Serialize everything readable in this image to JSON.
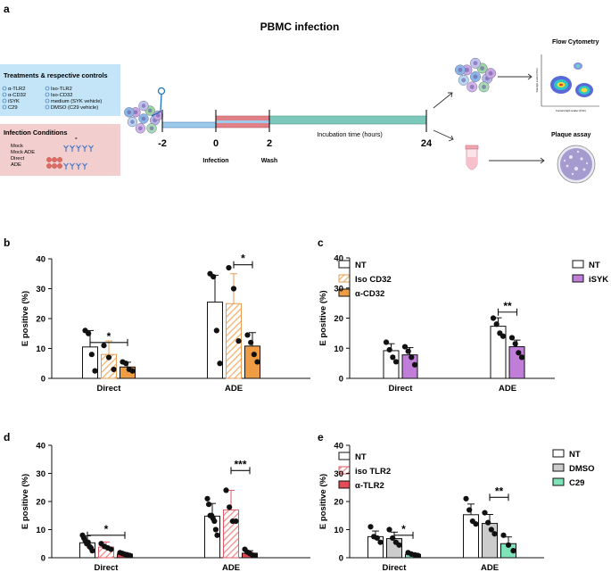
{
  "panel_a": {
    "label": "a",
    "title": "PBMC infection",
    "treatments": {
      "title": "Treatments & respective controls",
      "left": [
        "α-TLR2",
        "α-CD32",
        "iSYK",
        "C29"
      ],
      "right": [
        "Iso-TLR2",
        "Iso-CD32",
        "medium (SYK vehicle)",
        "DMSO (C29 vehicle)"
      ]
    },
    "conditions": {
      "title": "Infection Conditions",
      "items": [
        "Mock",
        "Mock ADE",
        "Direct",
        "ADE"
      ],
      "dash": "-"
    },
    "timeline": {
      "ticks": [
        "-2",
        "0",
        "2",
        "24"
      ],
      "infection_label": "Infection",
      "wash_label": "Wash",
      "incubation_label": "Incubation time (hours)"
    },
    "outputs": {
      "flow": "Flow Cytometry",
      "plaque": "Plaque assay",
      "flow_ylabel": "Side light scatter (SSC)",
      "flow_xlabel": "Forward light scatter (FSC)"
    },
    "colors": {
      "treat_bg": "#c3e5f7",
      "cond_bg": "#f3cece",
      "blue_bar": "#9ccbec",
      "red_bar": "#e07f86",
      "teal_bar": "#7cc9bc",
      "dish": "#a59bcf"
    }
  },
  "chart_data": [
    {
      "id": "b",
      "label": "b",
      "type": "bar",
      "ylabel": "E positive (%)",
      "ylim": [
        0,
        40
      ],
      "yticks": [
        0,
        10,
        20,
        30,
        40
      ],
      "categories": [
        "Direct",
        "ADE"
      ],
      "series": [
        {
          "name": "NT",
          "style": "open",
          "color": "#ffffff",
          "values": [
            10.5,
            25.5
          ],
          "err": [
            5.5,
            9.0
          ],
          "points": [
            [
              16,
              15,
              8,
              2.5
            ],
            [
              35,
              34,
              16,
              5
            ]
          ]
        },
        {
          "name": "Iso CD32",
          "style": "hatched",
          "color": "#f1b371",
          "values": [
            8,
            25
          ],
          "err": [
            4.5,
            10
          ],
          "points": [
            [
              11,
              7,
              3
            ],
            [
              37,
              30,
              12.5
            ]
          ]
        },
        {
          "name": "α-CD32",
          "style": "solid",
          "color": "#ee9d45",
          "values": [
            3.8,
            10.8
          ],
          "err": [
            1.6,
            4.5
          ],
          "points": [
            [
              5.5,
              5,
              3,
              2.5
            ],
            [
              14.5,
              12,
              8,
              5.5
            ]
          ]
        }
      ],
      "significance": [
        {
          "group": 0,
          "from": 0,
          "to": 2,
          "y": 12,
          "label": "*"
        },
        {
          "group": 1,
          "from": 1,
          "to": 2,
          "y": 38,
          "label": "*"
        }
      ]
    },
    {
      "id": "c",
      "label": "c",
      "type": "bar",
      "ylabel": "E positive (%)",
      "ylim": [
        0,
        40
      ],
      "yticks": [
        0,
        10,
        20,
        30,
        40
      ],
      "categories": [
        "Direct",
        "ADE"
      ],
      "series": [
        {
          "name": "NT",
          "style": "open",
          "color": "#ffffff",
          "values": [
            9.2,
            17.3
          ],
          "err": [
            2.3,
            2.8
          ],
          "points": [
            [
              12,
              9.5,
              7,
              5.5
            ],
            [
              20,
              18,
              15,
              14
            ]
          ]
        },
        {
          "name": "iSYK",
          "style": "solid",
          "color": "#c07ed8",
          "values": [
            7.8,
            10.5
          ],
          "err": [
            2.4,
            2.2
          ],
          "points": [
            [
              10.5,
              9,
              7,
              4.5
            ],
            [
              13.5,
              11.5,
              8.5,
              7
            ]
          ]
        }
      ],
      "significance": [
        {
          "group": 1,
          "from": 0,
          "to": 1,
          "y": 22,
          "label": "**"
        }
      ]
    },
    {
      "id": "d",
      "label": "d",
      "type": "bar",
      "ylabel": "E positive (%)",
      "ylim": [
        0,
        40
      ],
      "yticks": [
        0,
        10,
        20,
        30,
        40
      ],
      "categories": [
        "Direct",
        "ADE"
      ],
      "series": [
        {
          "name": "NT",
          "style": "open",
          "color": "#ffffff",
          "values": [
            5.3,
            14.8
          ],
          "err": [
            2.5,
            4.5
          ],
          "points": [
            [
              8,
              7,
              6,
              5,
              5.5,
              4,
              3.5,
              2.5
            ],
            [
              21,
              19,
              15,
              15,
              14,
              13,
              10,
              8
            ]
          ]
        },
        {
          "name": "iso TLR2",
          "style": "hatched",
          "color": "#ee8e8e",
          "values": [
            3.8,
            17
          ],
          "err": [
            1.8,
            7
          ],
          "points": [
            [
              5,
              4,
              3.5,
              3
            ],
            [
              24,
              18,
              13,
              13
            ]
          ]
        },
        {
          "name": "α-TLR2",
          "style": "solid",
          "color": "#e44b57",
          "values": [
            1.3,
            1.6
          ],
          "err": [
            0.5,
            0.9
          ],
          "points": [
            [
              1.8,
              1.5,
              1.2,
              1,
              0.8
            ],
            [
              3,
              2,
              1.5,
              1,
              0.8
            ]
          ]
        }
      ],
      "significance": [
        {
          "group": 0,
          "from": 0,
          "to": 2,
          "y": 8,
          "label": "*"
        },
        {
          "group": 1,
          "from": 1,
          "to": 2,
          "y": 31,
          "label": "***"
        }
      ]
    },
    {
      "id": "e",
      "label": "e",
      "type": "bar",
      "ylabel": "E positive (%)",
      "ylim": [
        0,
        40
      ],
      "yticks": [
        0,
        10,
        20,
        30,
        40
      ],
      "categories": [
        "Direct",
        "ADE"
      ],
      "series": [
        {
          "name": "NT",
          "style": "open",
          "color": "#ffffff",
          "values": [
            7.5,
            15.3
          ],
          "err": [
            2.0,
            3.8
          ],
          "points": [
            [
              11,
              7.5,
              7,
              5.5
            ],
            [
              21,
              17,
              13,
              12
            ]
          ]
        },
        {
          "name": "DMSO",
          "style": "solid",
          "color": "#cccccc",
          "values": [
            6.8,
            12.2
          ],
          "err": [
            2.3,
            3.2
          ],
          "points": [
            [
              10,
              7,
              5.5,
              4.5
            ],
            [
              16,
              12.5,
              10,
              8.5
            ]
          ]
        },
        {
          "name": "C29",
          "style": "solid",
          "color": "#7fe3b9",
          "values": [
            1.2,
            5.0
          ],
          "err": [
            0.5,
            2.4
          ],
          "points": [
            [
              1.8,
              1.3,
              1.0,
              0.8
            ],
            [
              8,
              4.5,
              2.5
            ]
          ]
        }
      ],
      "significance": [
        {
          "group": 0,
          "from": 1,
          "to": 2,
          "y": 8,
          "label": "*"
        },
        {
          "group": 1,
          "from": 1,
          "to": 2,
          "y": 21.5,
          "label": "**"
        }
      ]
    }
  ]
}
